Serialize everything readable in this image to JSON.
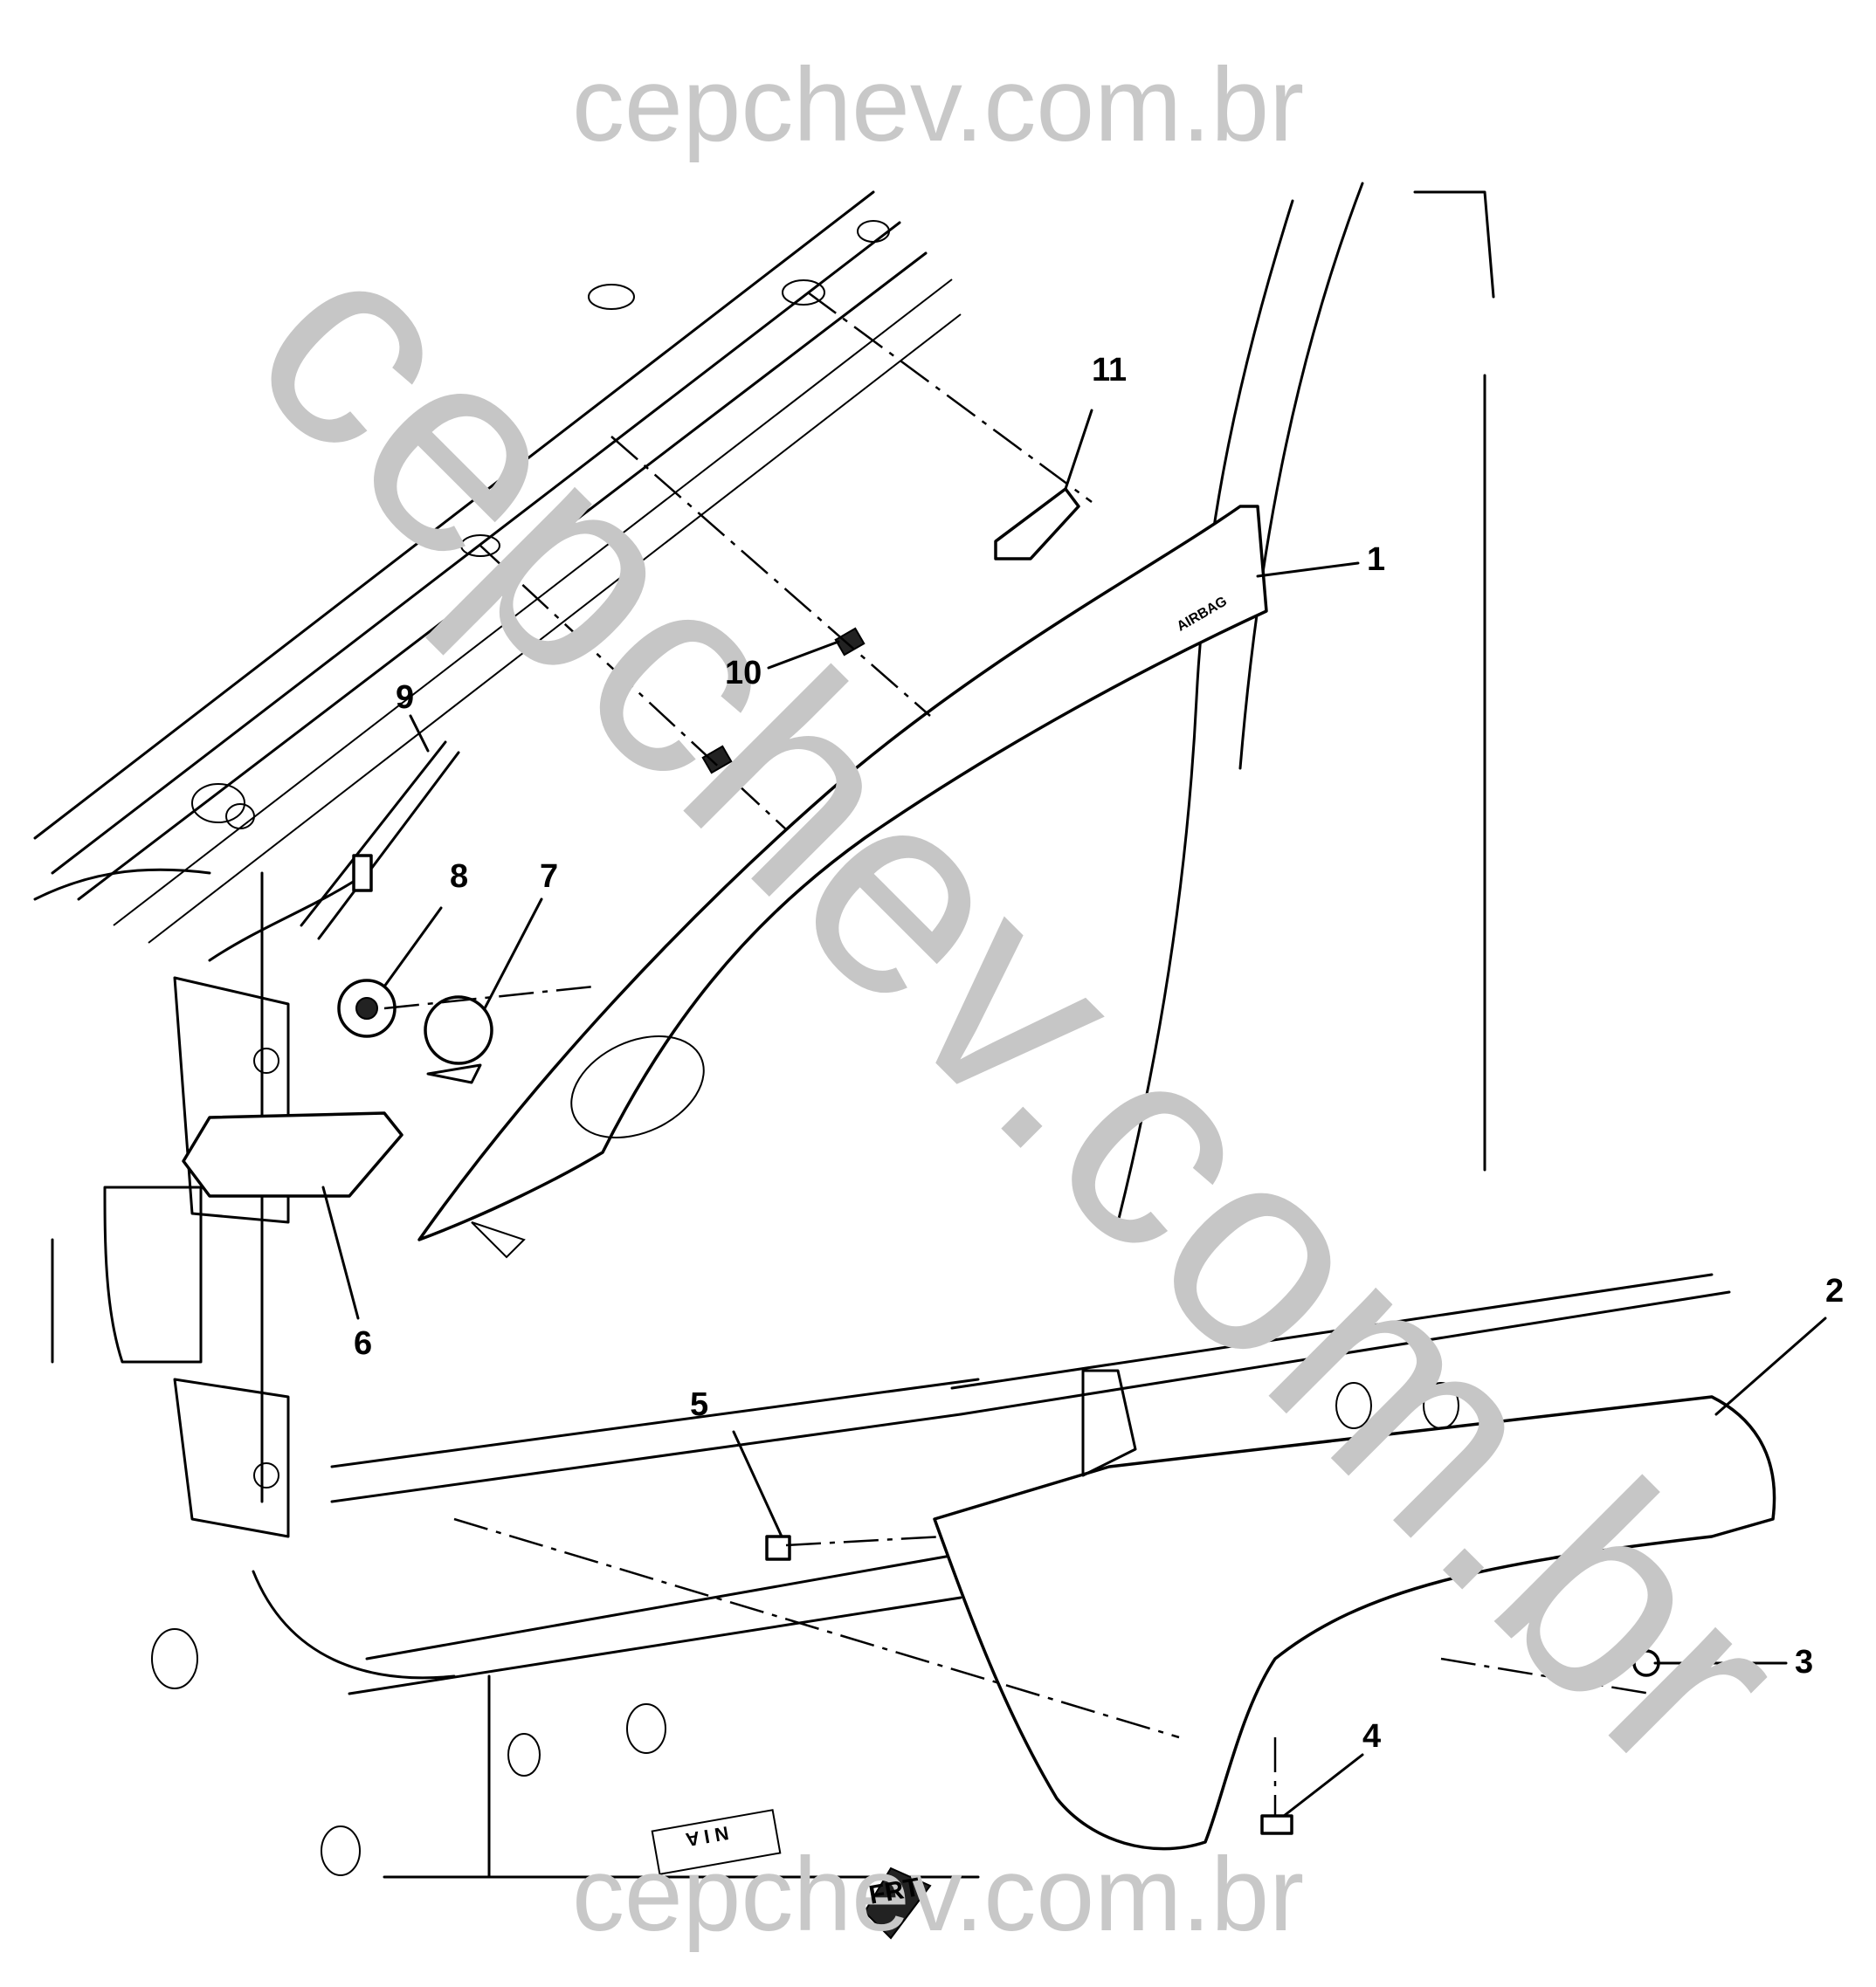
{
  "watermark": {
    "top_text": "cepchev.com.br",
    "diagonal_text": "cepchev.com.br",
    "bottom_text": "cepchev.com.br"
  },
  "callouts": {
    "c1": "1",
    "c2": "2",
    "c3": "3",
    "c4": "4",
    "c5": "5",
    "c6": "6",
    "c7": "7",
    "c8": "8",
    "c9": "9",
    "c10": "10",
    "c11": "11"
  },
  "labels": {
    "airbag": "AIRBAG",
    "front_arrow": "FRT",
    "sill_marking": "N I A"
  },
  "colors": {
    "line": "#000000",
    "background": "#ffffff",
    "watermark": "#c8c8c8"
  }
}
